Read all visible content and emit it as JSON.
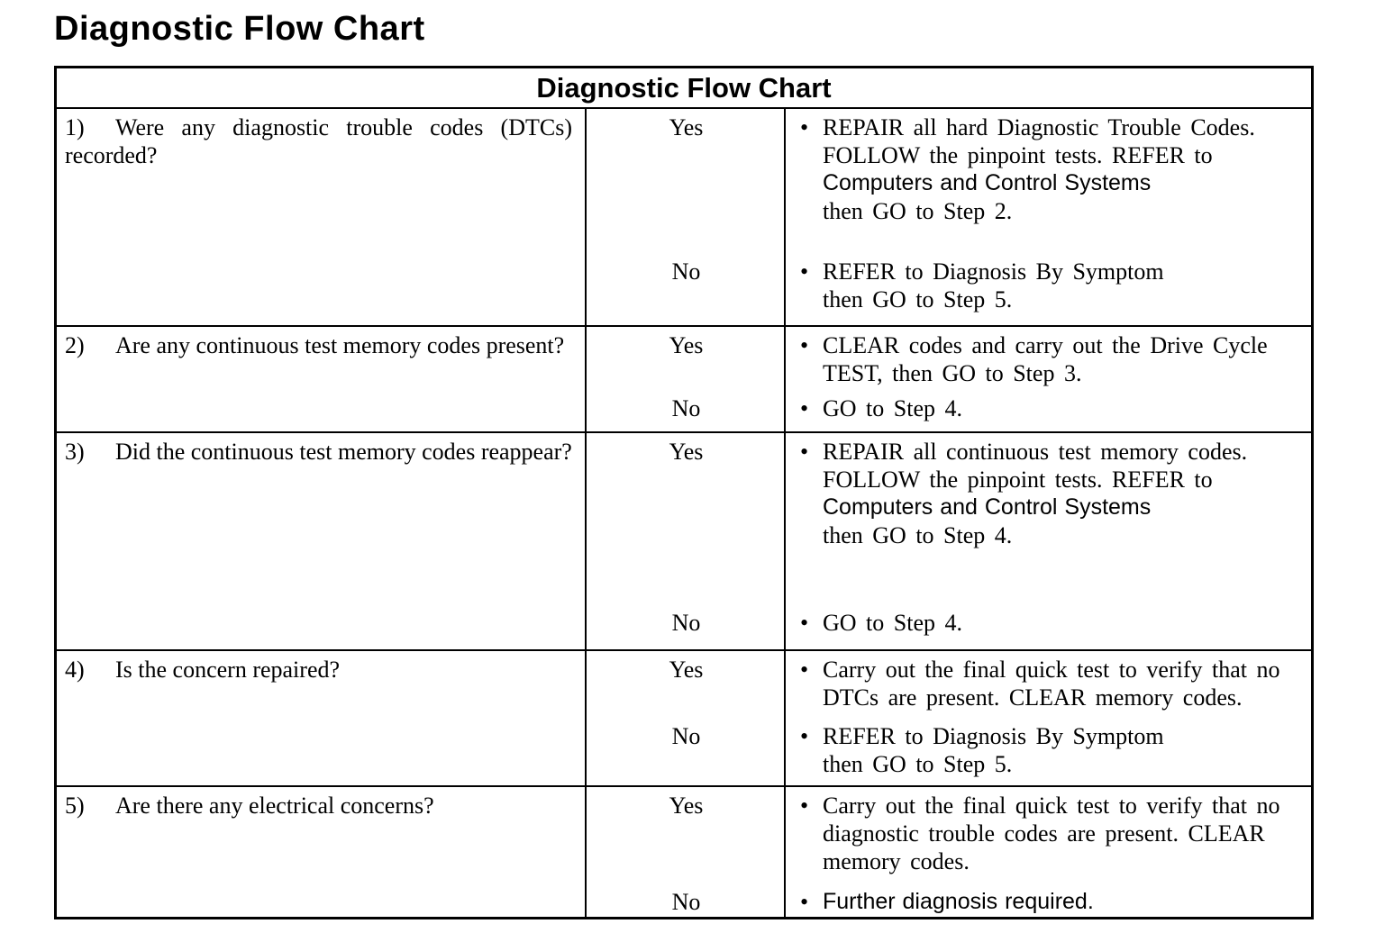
{
  "page_title": "Diagnostic Flow Chart",
  "bullet_char": "•",
  "table": {
    "title": "Diagnostic Flow Chart",
    "rows": [
      {
        "number": "1)",
        "question": "Were any diagnostic trouble codes (DTCs) recorded?",
        "yes": {
          "label": "Yes",
          "lines": [
            "REPAIR all hard Diagnostic Trouble Codes.",
            "FOLLOW the pinpoint tests. REFER to",
            "Computers and Control Systems",
            "then GO to Step 2."
          ]
        },
        "no": {
          "label": "No",
          "lines": [
            "REFER to Diagnosis By Symptom",
            "then GO to Step 5."
          ]
        }
      },
      {
        "number": "2)",
        "question": "Are any continuous test memory codes present?",
        "yes": {
          "label": "Yes",
          "lines": [
            "CLEAR codes and carry out the Drive Cycle",
            "TEST, then GO to Step 3."
          ]
        },
        "no": {
          "label": "No",
          "lines": [
            "GO to Step 4."
          ]
        }
      },
      {
        "number": "3)",
        "question": "Did the continuous test memory codes reappear?",
        "yes": {
          "label": "Yes",
          "lines": [
            "REPAIR all continuous test memory codes.",
            "FOLLOW the pinpoint tests. REFER to",
            "Computers and Control Systems",
            "then GO to Step 4."
          ]
        },
        "no": {
          "label": "No",
          "lines": [
            "GO to Step 4."
          ]
        }
      },
      {
        "number": "4)",
        "question": "Is the concern repaired?",
        "yes": {
          "label": "Yes",
          "lines": [
            "Carry out the final quick test to verify that no",
            "DTCs are present. CLEAR memory codes."
          ]
        },
        "no": {
          "label": "No",
          "lines": [
            "REFER to Diagnosis By Symptom",
            "then GO to Step 5."
          ]
        }
      },
      {
        "number": "5)",
        "question": "Are there any electrical concerns?",
        "yes": {
          "label": "Yes",
          "lines": [
            "Carry out the final quick test to verify that no",
            "diagnostic trouble codes are present. CLEAR",
            "memory codes."
          ]
        },
        "no": {
          "label": "No",
          "lines": [
            "Further diagnosis required."
          ]
        }
      }
    ]
  }
}
